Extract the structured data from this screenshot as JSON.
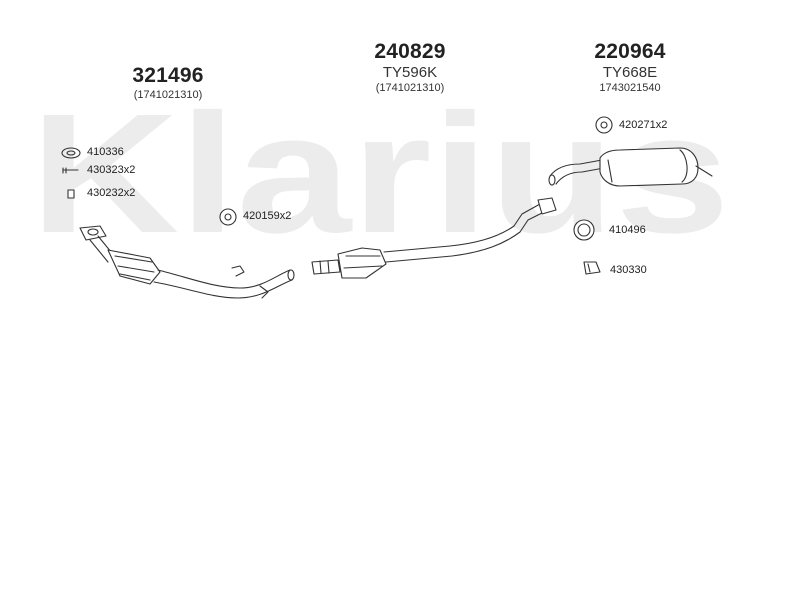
{
  "watermark": {
    "text": "Klarius",
    "color": "#ececec"
  },
  "assemblies": [
    {
      "part_number": "321496",
      "type_code": "",
      "ref_code": "(1741021310)"
    },
    {
      "part_number": "240829",
      "type_code": "TY596K",
      "ref_code": "(1741021310)"
    },
    {
      "part_number": "220964",
      "type_code": "TY668E",
      "ref_code": "1743021540"
    }
  ],
  "components": [
    {
      "code": "410336",
      "icon": "ring-gasket-icon"
    },
    {
      "code": "430323x2",
      "icon": "bolt-icon"
    },
    {
      "code": "430232x2",
      "icon": "nut-icon"
    },
    {
      "code": "420159x2",
      "icon": "rubber-mount-icon"
    },
    {
      "code": "420271x2",
      "icon": "rubber-mount-icon"
    },
    {
      "code": "410496",
      "icon": "ring-gasket-icon"
    },
    {
      "code": "430330",
      "icon": "clamp-icon"
    }
  ],
  "colors": {
    "line": "#333333",
    "text": "#222222"
  }
}
